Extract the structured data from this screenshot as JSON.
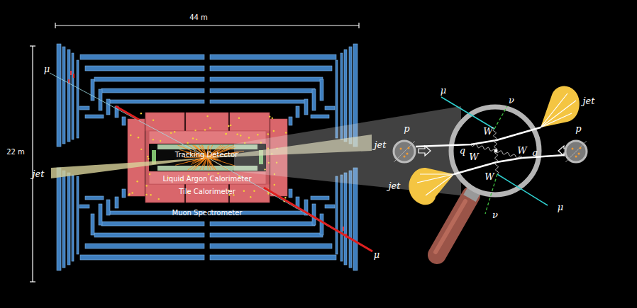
{
  "diagram": {
    "nodes": [
      {
        "text": [
          "p"
        ]
      },
      {
        "text": [
          "p"
        ]
      }
    ],
    "labels": [
      "44 m",
      "22 m",
      "μ",
      "jet",
      "Tracking Detector",
      "Liquid Argon Calorimeter",
      "Tile Calorimeter",
      "Muon Spectrometer",
      "μ",
      "jet",
      "μ",
      "ν",
      "jet",
      "W",
      "q",
      "W",
      "W",
      "q",
      "W",
      "jet",
      "μ",
      "ν"
    ]
  }
}
